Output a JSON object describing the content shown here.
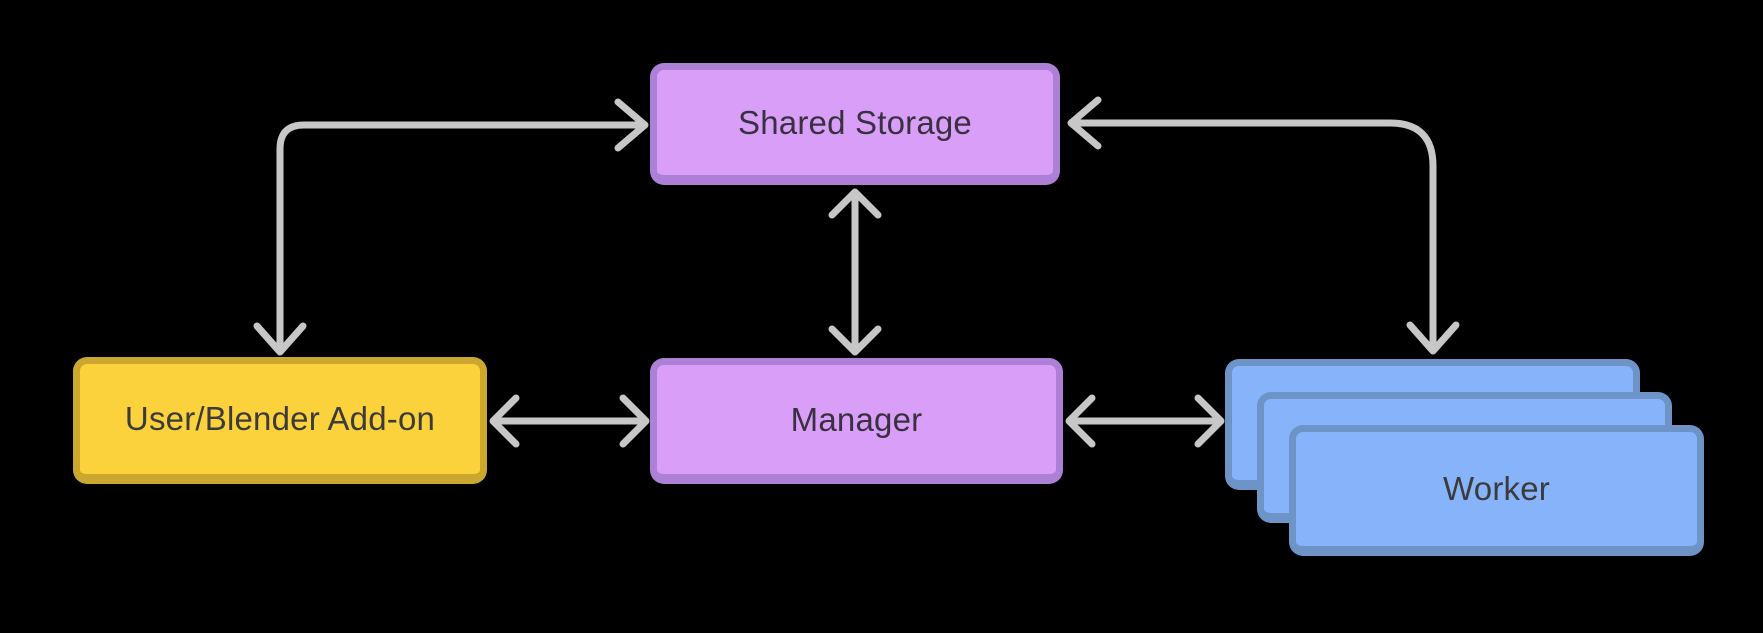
{
  "diagram": {
    "background_color": "#000000",
    "arrow_color": "#C7C7C7",
    "nodes": {
      "shared_storage": {
        "label": "Shared Storage",
        "fill": "#D99EF7",
        "border": "#AC80D6",
        "label_color": "#39313F"
      },
      "user_blender_addon": {
        "label": "User/Blender Add-on",
        "fill": "#FCD23C",
        "border": "#CBA72F",
        "label_color": "#3B3B3B"
      },
      "manager": {
        "label": "Manager",
        "fill": "#D99EF7",
        "border": "#AC80D6",
        "label_color": "#39313F"
      },
      "worker": {
        "label": "Worker",
        "fill": "#86B3FA",
        "border": "#6D93C7",
        "label_color": "#3B3B3B",
        "stack_count": 3
      }
    },
    "edges": [
      {
        "from": "user_blender_addon",
        "to": "shared_storage",
        "shape": "curved-elbow",
        "bidirectional": true
      },
      {
        "from": "worker",
        "to": "shared_storage",
        "shape": "curved-elbow",
        "bidirectional": true
      },
      {
        "from": "manager",
        "to": "shared_storage",
        "shape": "straight-vertical",
        "bidirectional": true
      },
      {
        "from": "user_blender_addon",
        "to": "manager",
        "shape": "straight-horizontal",
        "bidirectional": true
      },
      {
        "from": "manager",
        "to": "worker",
        "shape": "straight-horizontal",
        "bidirectional": true
      }
    ]
  }
}
